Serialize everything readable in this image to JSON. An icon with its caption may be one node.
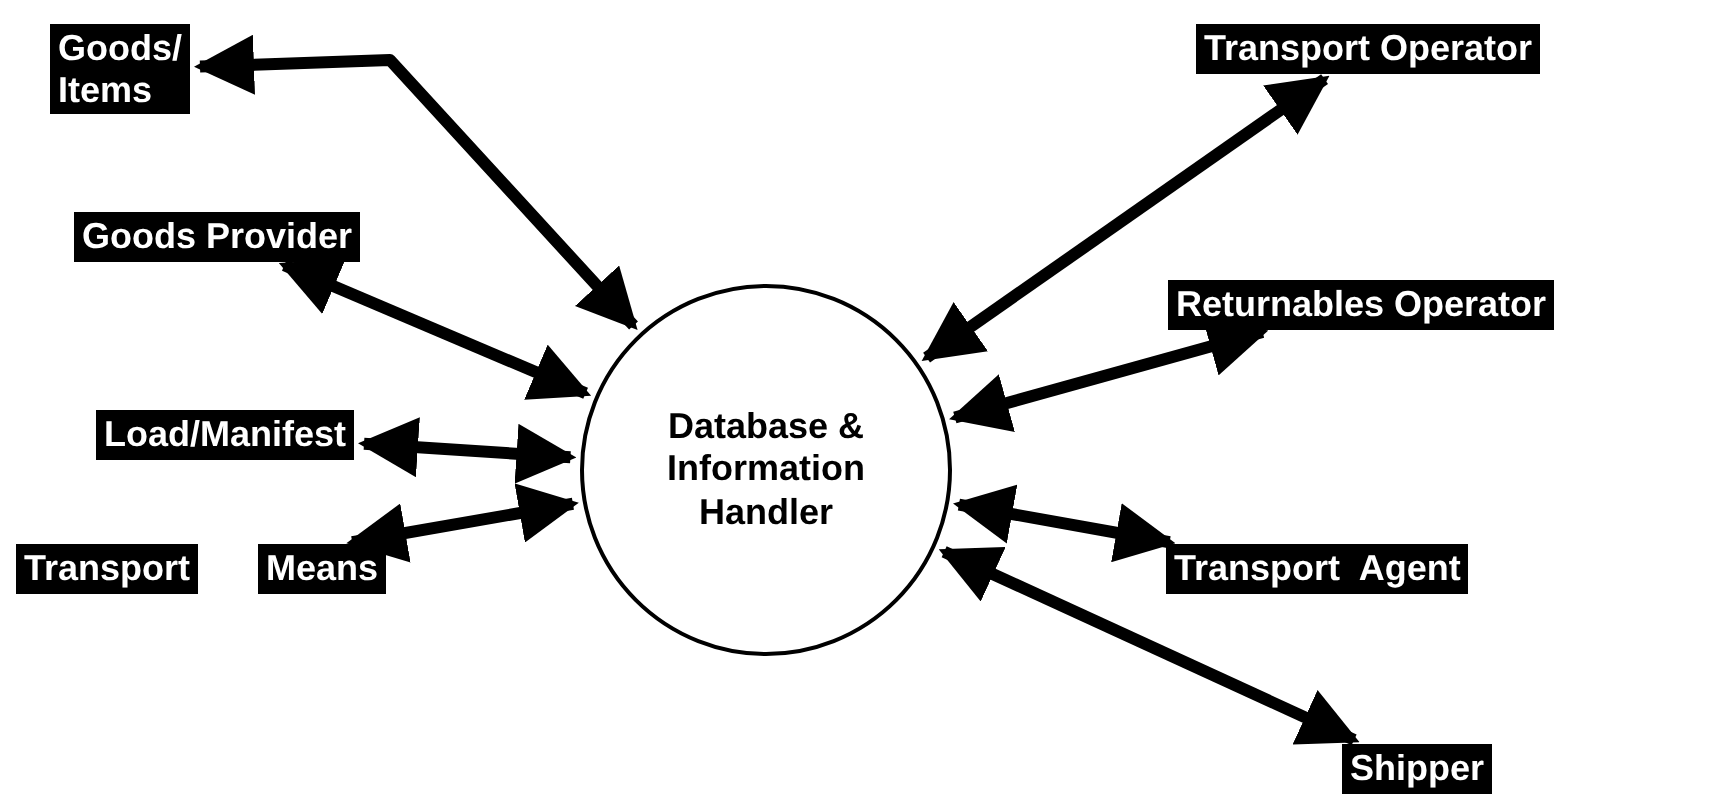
{
  "diagram": {
    "nodes": [
      {
        "text": [
          "Database & Information Handler"
        ]
      },
      {
        "text": [
          "Goods/ Items"
        ]
      },
      {
        "text": [
          "Goods Provider"
        ]
      },
      {
        "text": [
          "Load/Manifest"
        ]
      },
      {
        "text": [
          "Transport",
          "Means"
        ]
      },
      {
        "text": [
          "Transport Operator"
        ]
      },
      {
        "text": [
          "Returnables Operator"
        ]
      },
      {
        "text": [
          "Transport  Agent"
        ]
      },
      {
        "text": [
          "Shipper"
        ]
      }
    ],
    "edges": [
      {
        "from": 1,
        "to": 0,
        "arrow": "both"
      },
      {
        "from": 2,
        "to": 0,
        "arrow": "both"
      },
      {
        "from": 3,
        "to": 0,
        "arrow": "both"
      },
      {
        "from": 4,
        "to": 0,
        "arrow": "both"
      },
      {
        "from": 5,
        "to": 0,
        "arrow": "both"
      },
      {
        "from": 6,
        "to": 0,
        "arrow": "both"
      },
      {
        "from": 7,
        "to": 0,
        "arrow": "both"
      },
      {
        "from": 8,
        "to": 0,
        "arrow": "both"
      }
    ]
  }
}
